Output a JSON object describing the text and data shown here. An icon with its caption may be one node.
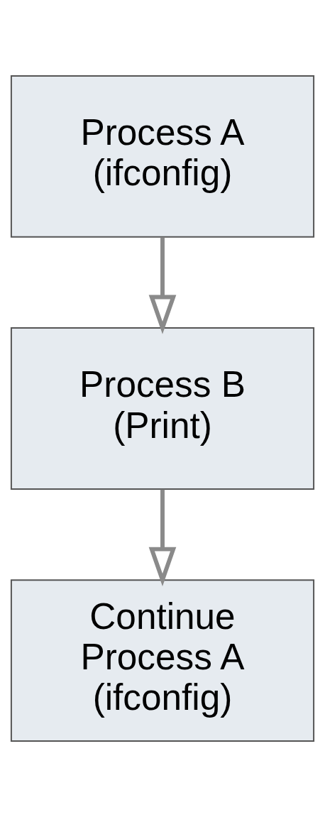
{
  "diagram": {
    "nodes": [
      {
        "text": [
          "Process A (ifconfig)"
        ]
      },
      {
        "text": [
          "Process B (Print)"
        ]
      },
      {
        "text": [
          "Continue Process A (ifconfig)"
        ]
      }
    ],
    "edges": [
      {
        "from": 0,
        "to": 1,
        "arrow": "to"
      },
      {
        "from": 1,
        "to": 2,
        "arrow": "to"
      }
    ]
  }
}
